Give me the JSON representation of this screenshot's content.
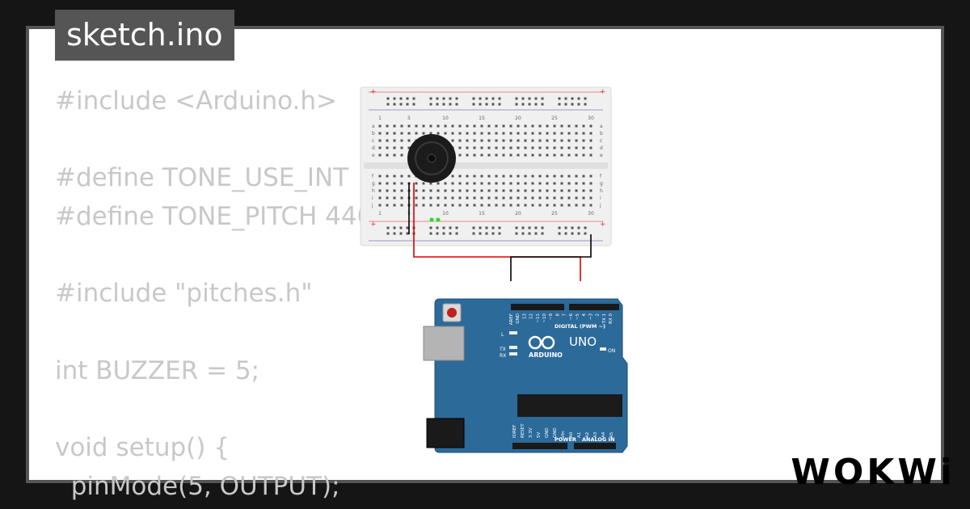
{
  "tab": {
    "title": "sketch.ino"
  },
  "code_lines": [
    "#include <Arduino.h>",
    "",
    "#define TONE_USE_INT",
    "#define TONE_PITCH 440",
    "",
    "#include \"pitches.h\"",
    "",
    "int BUZZER = 5;",
    "",
    "void setup() {",
    "  pinMode(5, OUTPUT);"
  ],
  "breadboard": {
    "column_numbers": [
      "1",
      "5",
      "10",
      "15",
      "20",
      "25",
      "30"
    ],
    "row_letters_top": [
      "a",
      "b",
      "c",
      "d",
      "e"
    ],
    "row_letters_bottom": [
      "f",
      "g",
      "h",
      "i",
      "j"
    ],
    "rail_plus": "+",
    "rail_minus": "-"
  },
  "arduino": {
    "brand": "ARDUINO",
    "model": "UNO",
    "digital_label": "DIGITAL (PWM ~)",
    "power_label": "POWER",
    "analog_label": "ANALOG IN",
    "led_labels": [
      "L",
      "TX",
      "RX"
    ],
    "on_label": "ON",
    "top_pins": [
      "AREF",
      "GND",
      "13",
      "12",
      "~11",
      "~10",
      "~9",
      "8",
      "7",
      "~6",
      "~5",
      "4",
      "~3",
      "2",
      "TX 1",
      "RX 0"
    ],
    "bottom_pins": [
      "IOREF",
      "RESET",
      "3.3V",
      "5V",
      "GND",
      "GND",
      "Vin",
      "A0",
      "A1",
      "A2",
      "A3",
      "A4",
      "A5"
    ]
  },
  "colors": {
    "board": "#2c6a9a",
    "wire_red": "#e00000",
    "wire_black": "#000000",
    "breadboard": "#f0f0f0",
    "code_text": "#c8c8c8"
  },
  "logo": {
    "text": "WOKWi"
  }
}
